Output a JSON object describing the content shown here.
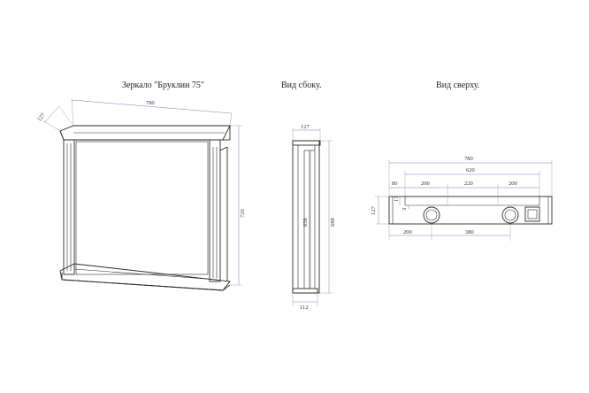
{
  "titles": {
    "front": "Зеркало \"Бруклин 75\"",
    "side": "Вид сбоку.",
    "top": "Вид сверху."
  },
  "front_dims": {
    "width": "780",
    "depth": "127",
    "height": "720"
  },
  "side_dims": {
    "top_depth": "127",
    "inner_height": "658",
    "outer_height": "688",
    "bottom_depth": "112"
  },
  "top_dims": {
    "overall_width": "780",
    "inner_width": "620",
    "seg_left": "200",
    "seg_mid": "220",
    "seg_right": "200",
    "left_offset": "80",
    "small_a": "17",
    "small_b": "3",
    "depth": "127",
    "bottom_left": "200",
    "bottom_span": "380"
  },
  "colors": {
    "outline": "#2a2a2a",
    "dimension": "#7a7ab8"
  }
}
